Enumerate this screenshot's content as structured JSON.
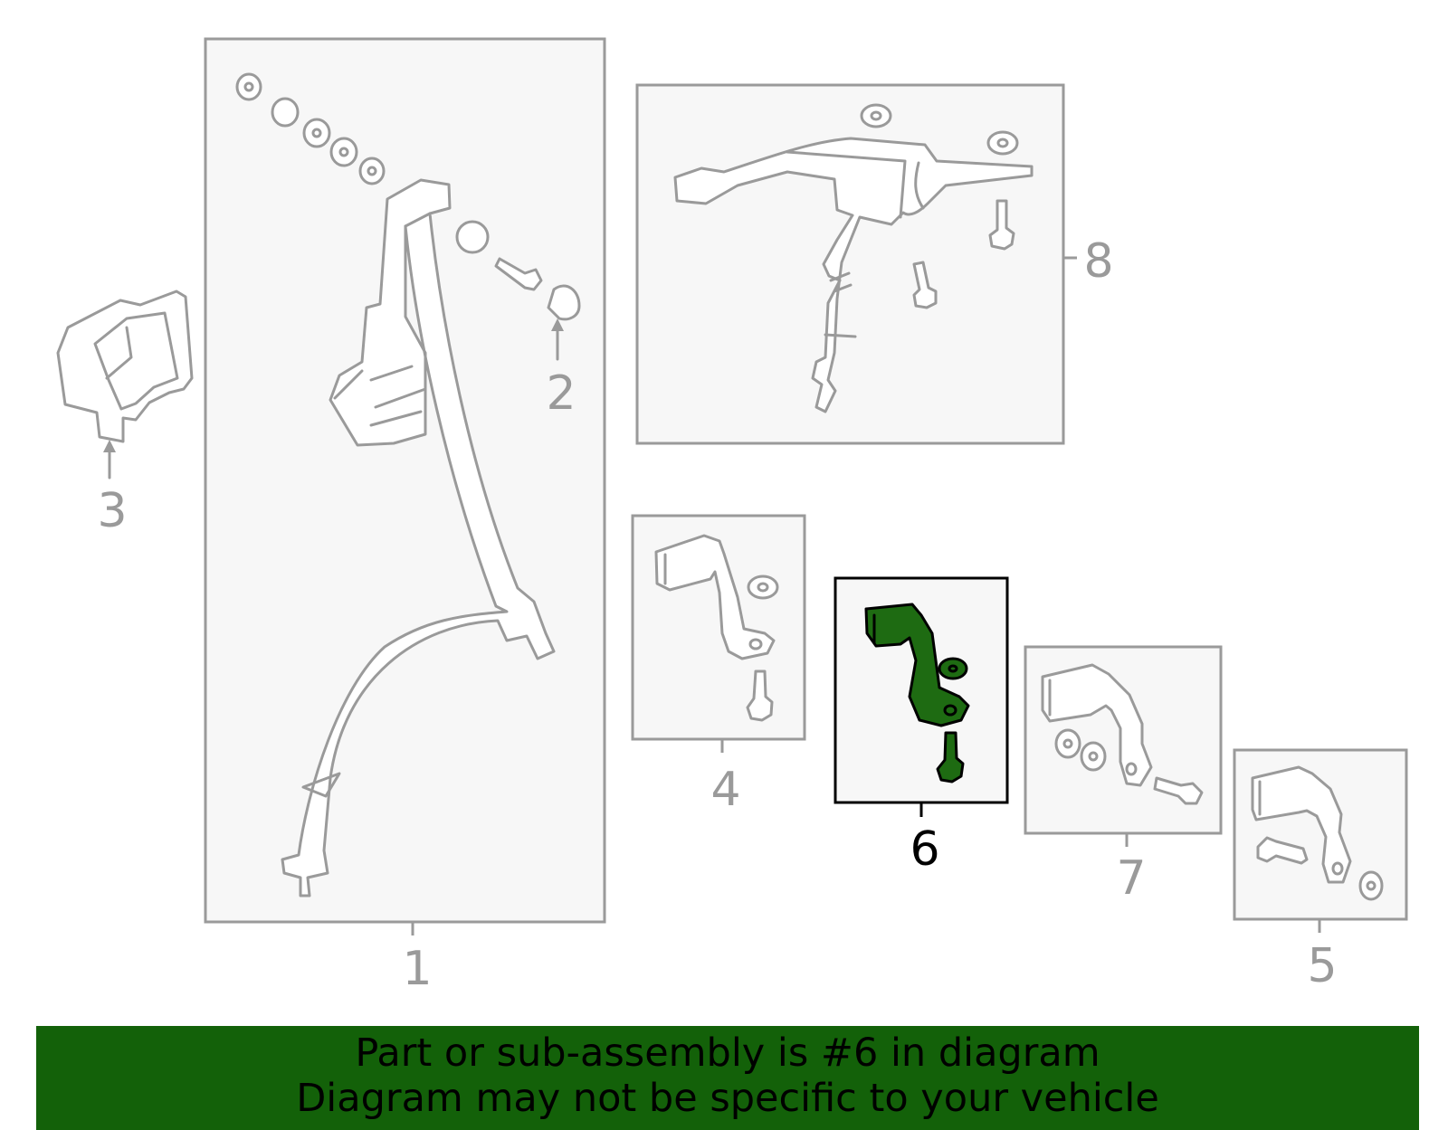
{
  "labels": [
    "1",
    "2",
    "3",
    "4",
    "5",
    "6",
    "7",
    "8"
  ],
  "highlight_label": "6",
  "colors": {
    "highlight": "#1e6b12",
    "banner": "#136109",
    "outline": "#9a9a9a"
  },
  "banner": {
    "line1": "Part or sub-assembly is #6 in diagram",
    "line2": "Diagram may not be specific to your vehicle"
  }
}
